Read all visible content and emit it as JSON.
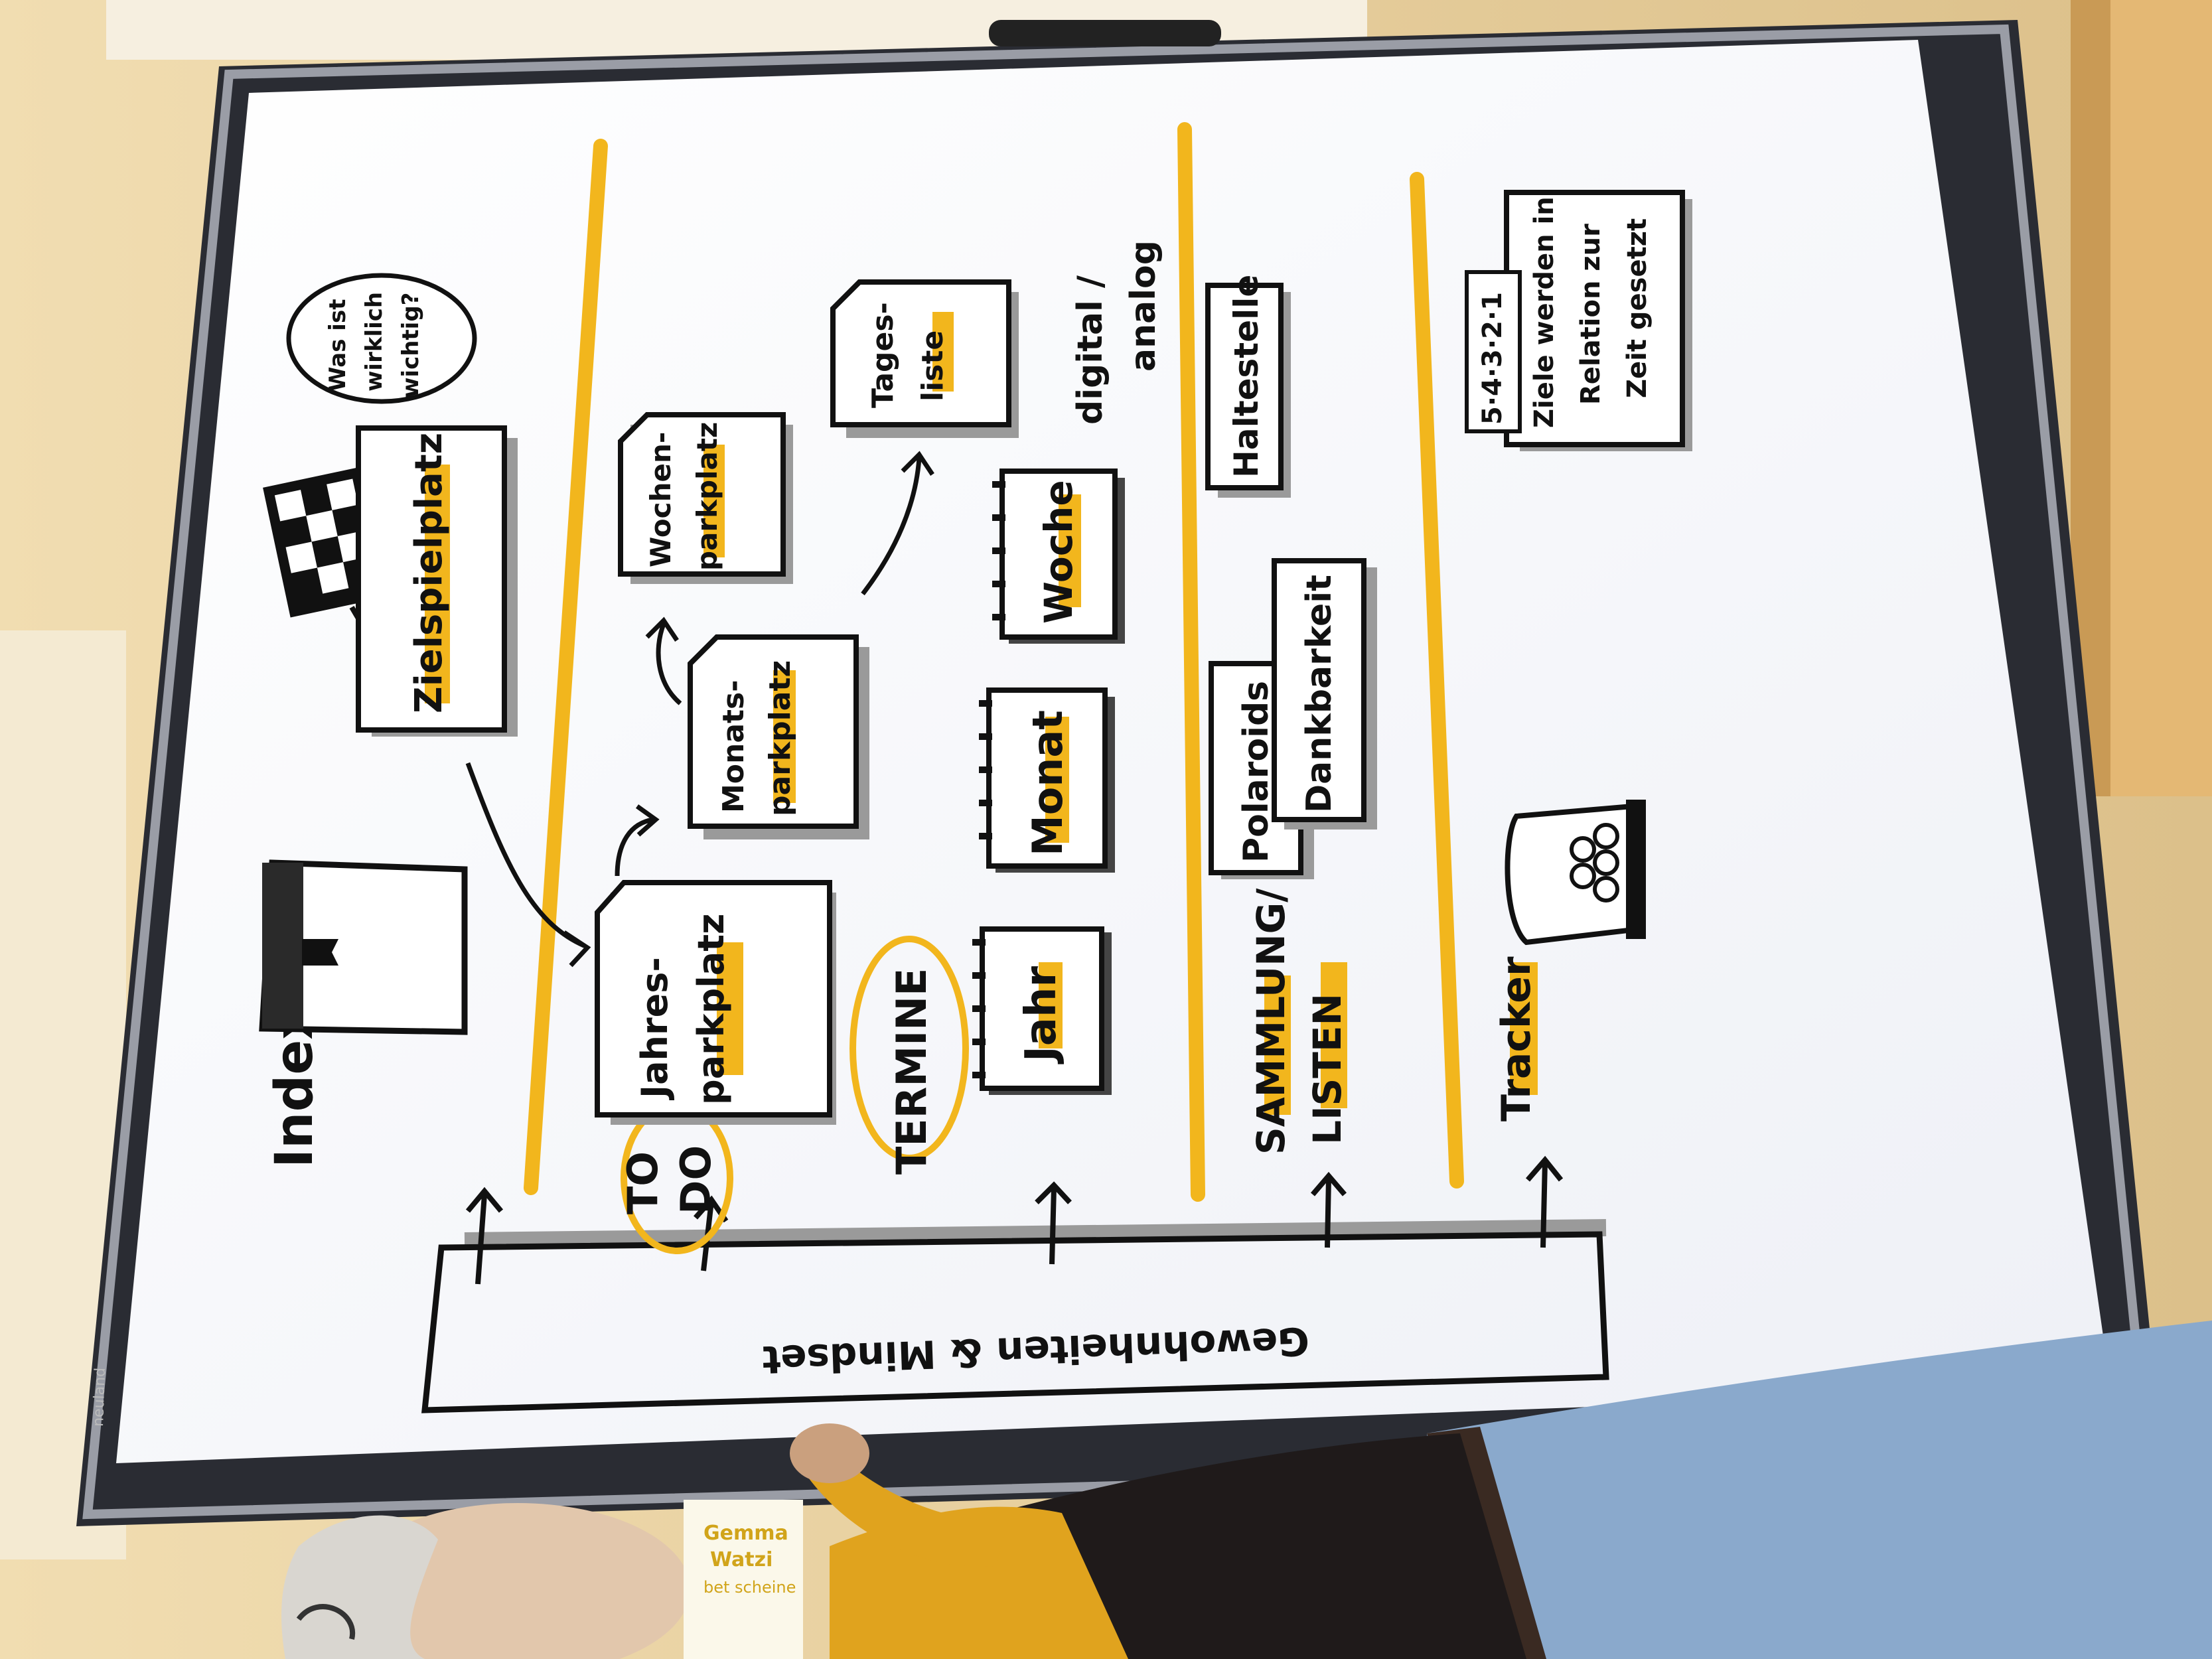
{
  "board": {
    "title": "Gewohnheiten & Mindset",
    "brand": "neuland"
  },
  "sections": {
    "index": {
      "label": "Index",
      "question_line1": "Was ist",
      "question_line2": "wirklich",
      "question_line3": "wichtig?",
      "zielspielplatz": "Zielspielplatz"
    },
    "todo": {
      "label_line1": "TO",
      "label_line2": "DO",
      "jahres_line1": "Jahres-",
      "jahres_line2": "parkplatz",
      "monats_line1": "Monats-",
      "monats_line2": "parkplatz",
      "wochen_line1": "Wochen-",
      "wochen_line2": "parkplatz",
      "tages_line1": "Tages-",
      "tages_line2": "liste"
    },
    "termine": {
      "label": "TERMINE",
      "jahr": "Jahr",
      "monat": "Monat",
      "woche": "Woche",
      "digital_line1": "digital /",
      "digital_line2": "analog"
    },
    "listen": {
      "label_line1": "SAMMLUNG/",
      "label_line2": "LISTEN",
      "polaroids": "Polaroids",
      "dankbarkeit": "Dankbarkeit",
      "haltestelle": "Haltestelle"
    },
    "tracker": {
      "label": "Tracker",
      "ratio": "5·4·3·2·1",
      "note_line1": "Ziele werden in",
      "note_line2": "Relation zur",
      "note_line3": "Zeit gesetzt"
    }
  },
  "poster": {
    "line1": "Gemma",
    "line2": "Watzi",
    "line3": "bet scheine"
  },
  "colors": {
    "accent_yellow": "#f2b61d",
    "marker_black": "#111111",
    "shadow_grey": "#9a9a9a",
    "paper": "#fbfbfd",
    "wall": "#ead2a0",
    "sweater": "#e0a31e",
    "jeans": "#8aa9cc"
  }
}
